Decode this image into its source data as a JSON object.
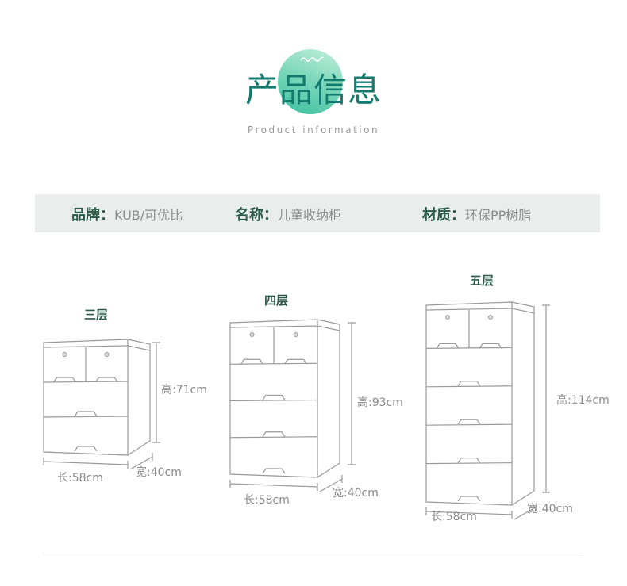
{
  "header": {
    "title": "产品信息",
    "subtitle": "Product information"
  },
  "attributes": [
    {
      "key": "品牌：",
      "value": "KUB/可优比"
    },
    {
      "key": "名称：",
      "value": "儿童收纳柜"
    },
    {
      "key": "材质：",
      "value": "环保PP树脂"
    }
  ],
  "models": [
    {
      "name": "三层",
      "height": "高:71cm",
      "length": "长:58cm",
      "width": "宽:40cm",
      "rows": [
        2,
        1,
        1
      ]
    },
    {
      "name": "四层",
      "height": "高:93cm",
      "length": "长:58cm",
      "width": "宽:40cm",
      "rows": [
        2,
        1,
        1,
        1
      ]
    },
    {
      "name": "五层",
      "height": "高:114cm",
      "length": "长:58cm",
      "width": "宽:40cm",
      "rows": [
        2,
        1,
        1,
        1,
        1
      ]
    }
  ],
  "colors": {
    "accent": "#137a6e",
    "label": "#2a5b48",
    "line": "#9a9a9a"
  }
}
